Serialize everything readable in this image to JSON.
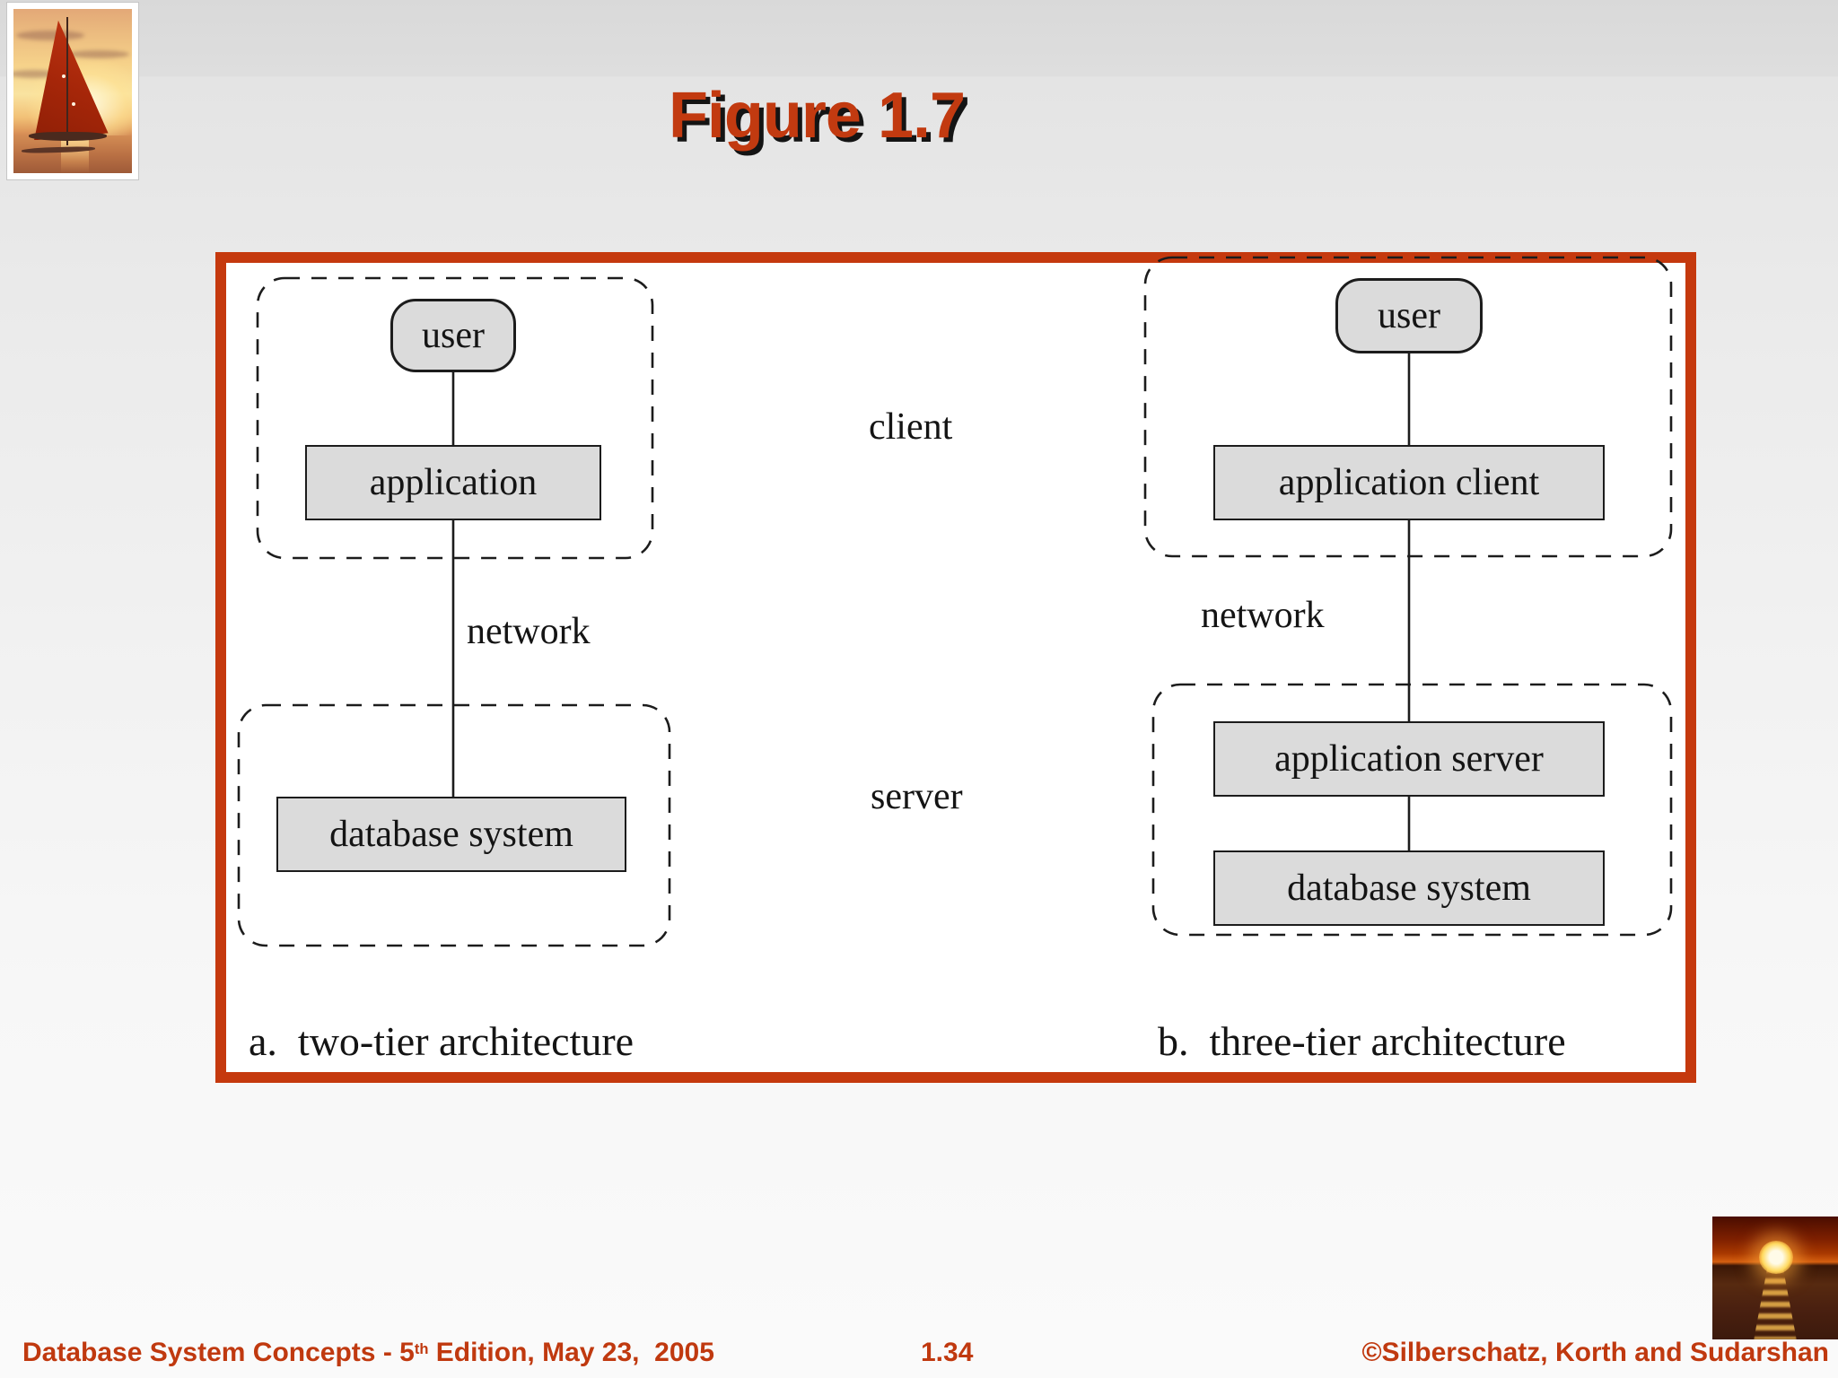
{
  "title": "Figure 1.7",
  "figure": {
    "left": {
      "user_label": "user",
      "application_label": "application",
      "network_label": "network",
      "database_label": "database system",
      "caption": "a.  two-tier architecture"
    },
    "middle": {
      "client_label": "client",
      "server_label": "server"
    },
    "right": {
      "user_label": "user",
      "application_client_label": "application client",
      "network_label": "network",
      "application_server_label": "application server",
      "database_label": "database system",
      "caption": "b.  three-tier architecture"
    }
  },
  "footer": {
    "left_text_main": "Database System Concepts - 5",
    "left_text_sup": "th",
    "left_text_rest": " Edition, May 23,  2005",
    "page_number": "1.34",
    "copyright": "©Silberschatz, Korth and Sudarshan"
  },
  "images": {
    "sailboat_photo": "sailboat with red sail at sunset",
    "sunset_photo": "sun setting over the sea"
  },
  "colors": {
    "accent_border": "#c5390e",
    "title_text": "#c23a10",
    "footer_text": "#c0390f",
    "diagram_box_fill": "#dbdbdb",
    "diagram_stroke": "#1c1c1c"
  }
}
